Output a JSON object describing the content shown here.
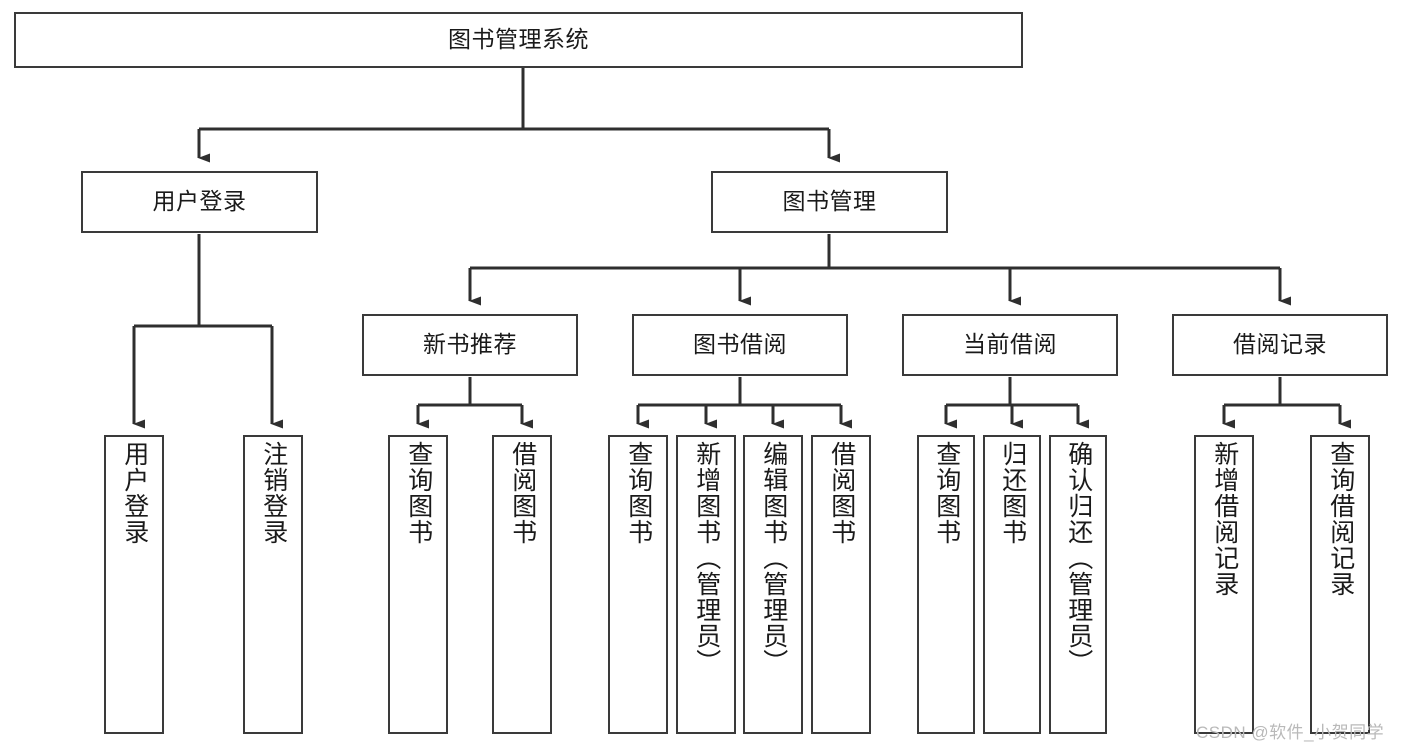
{
  "diagram": {
    "title": "图书管理系统",
    "type": "tree-hierarchy-diagram",
    "colors": {
      "stroke": "#3a3a3a",
      "fill": "#ffffff",
      "text": "#1a1a1a",
      "watermark": "#b9b9b9"
    },
    "root": {
      "label": "图书管理系统"
    },
    "level2": [
      {
        "label": "用户登录"
      },
      {
        "label": "图书管理"
      }
    ],
    "level3": [
      {
        "label": "新书推荐"
      },
      {
        "label": "图书借阅"
      },
      {
        "label": "当前借阅"
      },
      {
        "label": "借阅记录"
      }
    ],
    "leaves": {
      "user_login": [
        {
          "label": "用户登录"
        },
        {
          "label": "注销登录"
        }
      ],
      "new_book_recommend": [
        {
          "label": "查询图书"
        },
        {
          "label": "借阅图书"
        }
      ],
      "book_borrow": [
        {
          "label": "查询图书"
        },
        {
          "label": "新增图书（管理员）"
        },
        {
          "label": "编辑图书（管理员）"
        },
        {
          "label": "借阅图书"
        }
      ],
      "current_borrow": [
        {
          "label": "查询图书"
        },
        {
          "label": "归还图书"
        },
        {
          "label": "确认归还（管理员）"
        }
      ],
      "borrow_record": [
        {
          "label": "新增借阅记录"
        },
        {
          "label": "查询借阅记录"
        }
      ]
    }
  },
  "watermark": {
    "text": "CSDN @软件_小贺同学"
  }
}
